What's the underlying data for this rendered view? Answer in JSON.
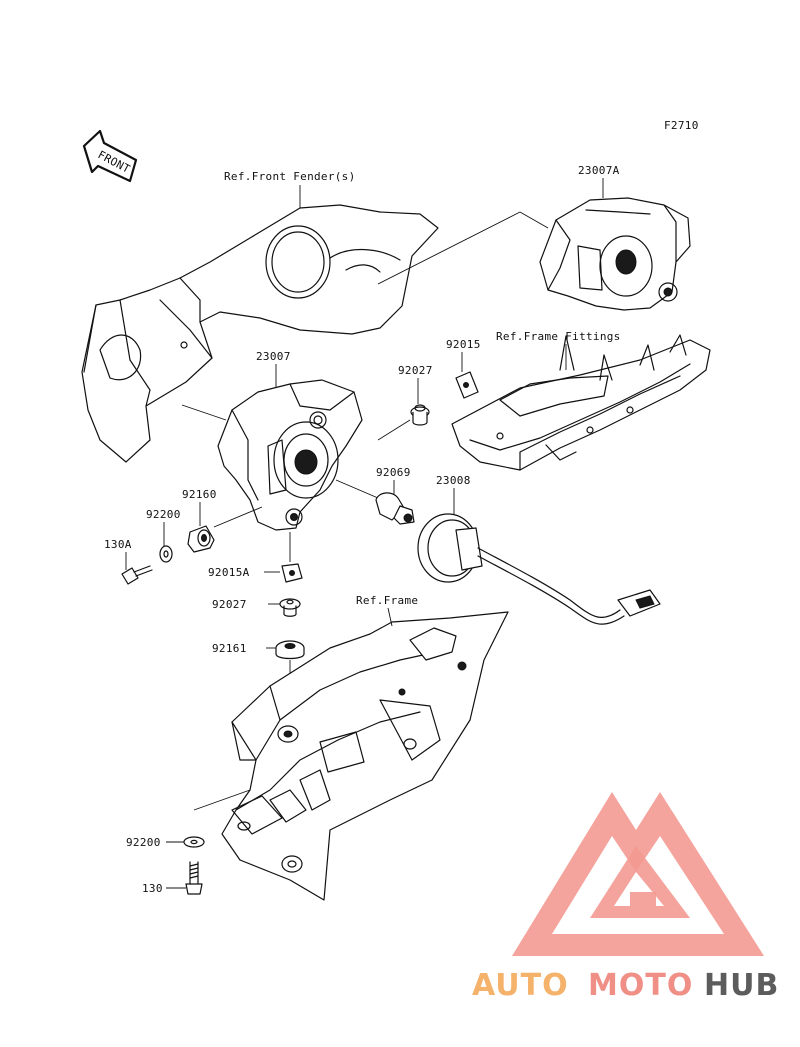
{
  "figure_code": "F2710",
  "front_arrow_text": "FRONT",
  "references": {
    "front_fender": "Ref.Front Fender(s)",
    "frame_fittings": "Ref.Frame Fittings",
    "frame": "Ref.Frame"
  },
  "parts": {
    "p23007A": "23007A",
    "p23007": "23007",
    "p92015": "92015",
    "p92027_top": "92027",
    "p92069": "92069",
    "p23008": "23008",
    "p92160": "92160",
    "p92200_top": "92200",
    "p130A": "130A",
    "p92015A": "92015A",
    "p92027_mid": "92027",
    "p92161": "92161",
    "p92200_bottom": "92200",
    "p130": "130"
  },
  "watermark": {
    "part1": "AUTO",
    "part2": "MOTO",
    "part3": "HUB",
    "color1": "#f4b26a",
    "color2": "#f08f86",
    "color3": "#5c5c5c",
    "logo_color": "#f39a92"
  }
}
